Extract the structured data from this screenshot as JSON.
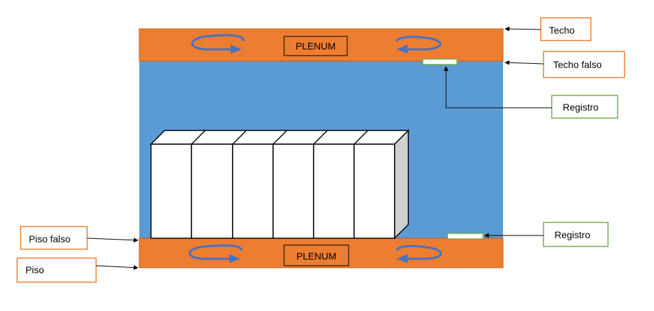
{
  "colors": {
    "plenum": "#ed7d31",
    "plenum_border": "#c55a11",
    "room": "#5b9bd5",
    "rotation_arrow": "#4472c4",
    "orange_label_border": "#ed7d31",
    "green_label_border": "#70ad47",
    "rack_face": "#ffffff",
    "rack_side": "#d0d0d0",
    "connector": "#000000"
  },
  "plenums": {
    "top_label": "PLENUM",
    "bottom_label": "PLENUM"
  },
  "labels": {
    "techo": "Techo",
    "techo_falso": "Techo falso",
    "registro_top": "Registro",
    "registro_bottom": "Registro",
    "piso_falso": "Piso falso",
    "piso": "Piso"
  },
  "icons": {
    "airflow": "circular-airflow-arrow-icon",
    "rack": "server-rack-icon"
  }
}
